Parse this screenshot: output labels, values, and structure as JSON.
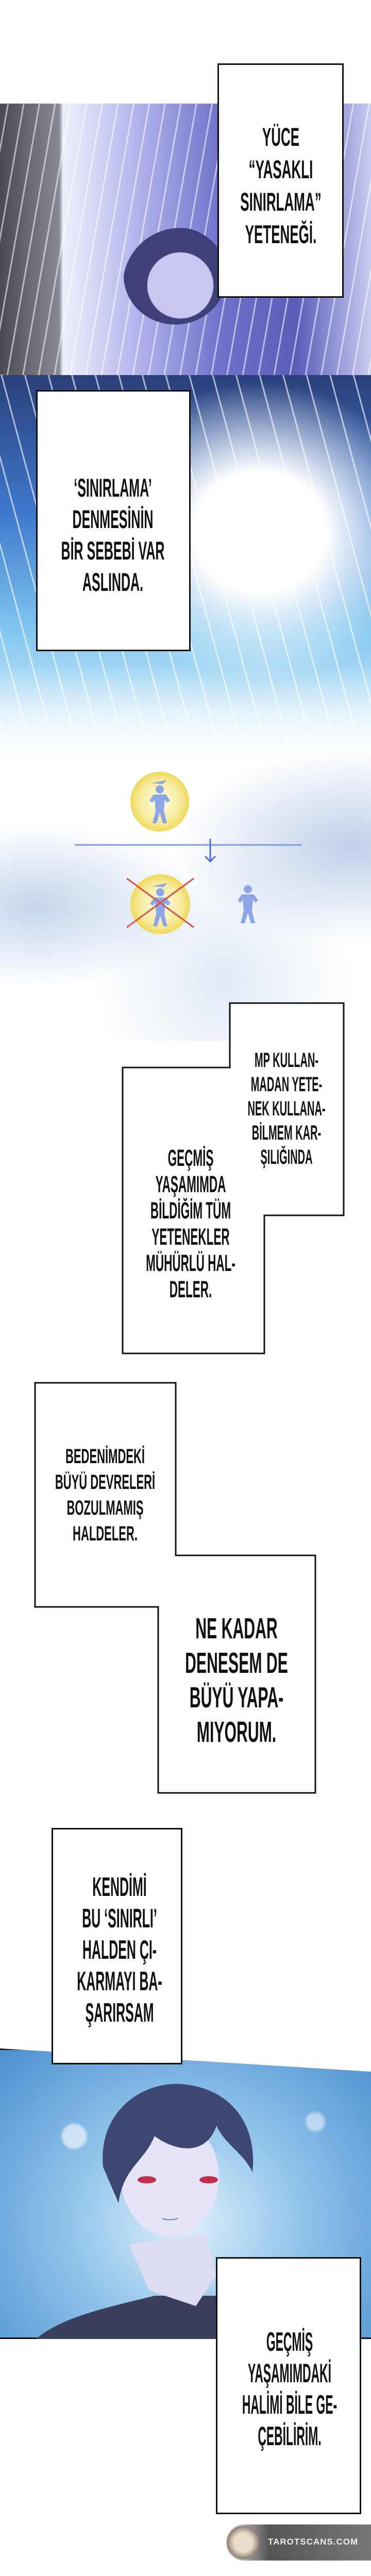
{
  "captions": [
    {
      "lines": [
        "YÜCE",
        "“YASAKLI",
        "SINIRLAMA”",
        "YETENEĞİ."
      ]
    },
    {
      "lines": [
        "‘SINIRLAMA’",
        "DENMESİNİN",
        "BİR SEBEBİ VAR",
        "ASLINDA."
      ]
    },
    {
      "lines": [
        "MP KULLAN-",
        "MADAN YETE-",
        "NEK KULLANA-",
        "BİLMEM KAR-",
        "ŞILIĞINDA"
      ]
    },
    {
      "lines": [
        "GEÇMİŞ",
        "YAŞAMIMDA",
        "BİLDİĞİM TÜM",
        "YETENEKLER",
        "MÜHÜRLÜ HAL-",
        "DELER."
      ]
    },
    {
      "lines": [
        "BEDENİMDEKİ",
        "BÜYÜ DEVRELERİ",
        "BOZULMAMIŞ",
        "HALDELER."
      ]
    },
    {
      "lines": [
        "NE KADAR",
        "DENESEM DE",
        "BÜYÜ YAPA-",
        "MIYORUM."
      ]
    },
    {
      "lines": [
        "KENDİMİ",
        "BU ‘SINIRLI’",
        "HALDEN ÇI-",
        "KARMAYI BA-",
        "ŞARIRSAM"
      ]
    },
    {
      "lines": [
        "GEÇMİŞ",
        "YAŞAMIMDAKİ",
        "HALİMİ BİLE GE-",
        "ÇEBİLİRİM."
      ]
    }
  ],
  "watermark": "TAROTSCANS.COM",
  "colors": {
    "figure": "#8fa6e6",
    "halo": "#f3e27a",
    "cross": "#d9534f",
    "line": "#7f9be0"
  }
}
